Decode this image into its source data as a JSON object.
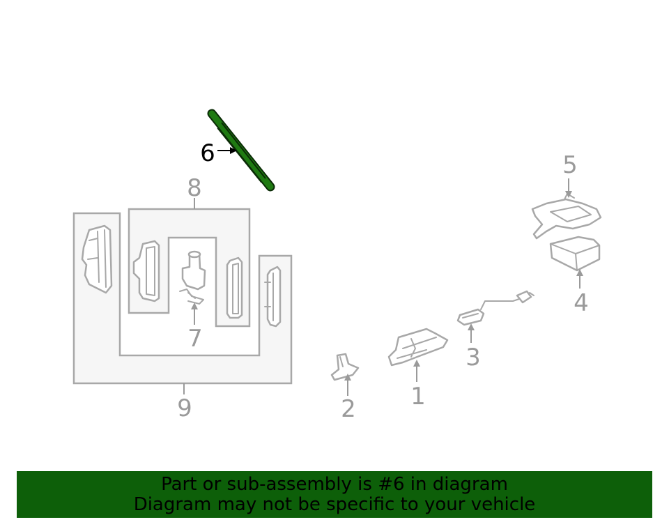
{
  "diagram": {
    "callouts": {
      "c1": "1",
      "c2": "2",
      "c3": "3",
      "c4": "4",
      "c5": "5",
      "c6": "6",
      "c7": "7",
      "c8": "8",
      "c9": "9"
    },
    "highlight_part": "6",
    "highlight_color": "#1f7a12",
    "part_line_color": "#a8a8a8"
  },
  "banner": {
    "line1": "Part or sub-assembly is #6 in diagram",
    "line2": "Diagram may not be specific to your vehicle",
    "background": "#0d5f09"
  }
}
